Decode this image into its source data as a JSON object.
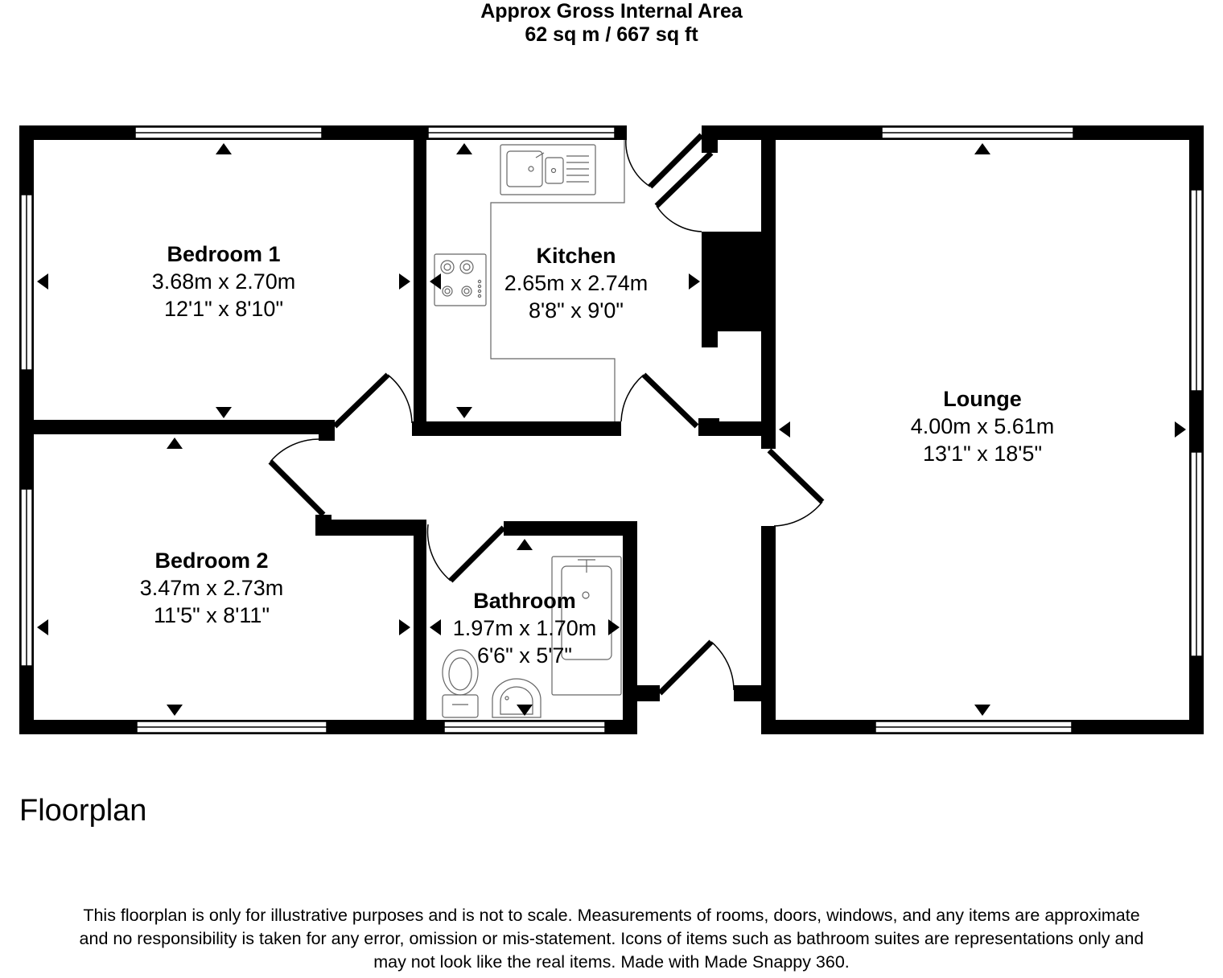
{
  "header": {
    "title": "Approx Gross Internal Area",
    "area": "62 sq m / 667 sq ft"
  },
  "rooms": [
    {
      "name": "Bedroom 1",
      "metric": "3.68m x 2.70m",
      "imperial": "12'1\" x 8'10\""
    },
    {
      "name": "Kitchen",
      "metric": "2.65m x 2.74m",
      "imperial": "8'8\" x 9'0\""
    },
    {
      "name": "Lounge",
      "metric": "4.00m x 5.61m",
      "imperial": "13'1\" x 18'5\""
    },
    {
      "name": "Bedroom 2",
      "metric": "3.47m x 2.73m",
      "imperial": "11'5\" x 8'11\""
    },
    {
      "name": "Bathroom",
      "metric": "1.97m x 1.70m",
      "imperial": "6'6\" x 5'7\""
    }
  ],
  "subtitle": "Floorplan",
  "disclaimer": {
    "line1": "This floorplan is only for illustrative purposes and is not to scale. Measurements of rooms, doors, windows, and any items are approximate",
    "line2": "and no responsibility is taken for any error, omission or mis-statement. Icons of items such as bathroom suites are representations only and",
    "line3": "may not look like the real items. Made with Made Snappy 360."
  },
  "colors": {
    "wall": "#000000",
    "fixture": "#666666",
    "background": "#ffffff"
  }
}
